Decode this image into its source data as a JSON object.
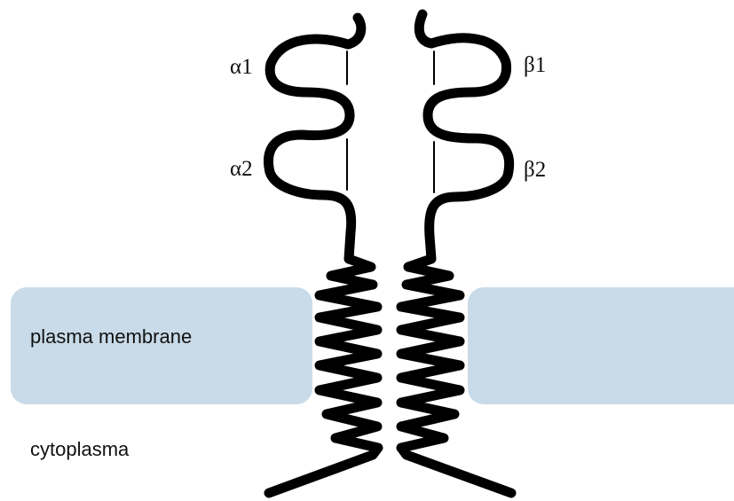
{
  "labels": {
    "plasma_membrane": "plasma membrane",
    "cytoplasma": "cytoplasma",
    "alpha1": "α1",
    "alpha2": "α2",
    "beta1": "β1",
    "beta2": "β2"
  },
  "colors": {
    "membrane": "#c9dbe8",
    "chain": "#000000",
    "text": "#111111",
    "background": "#ffffff"
  }
}
